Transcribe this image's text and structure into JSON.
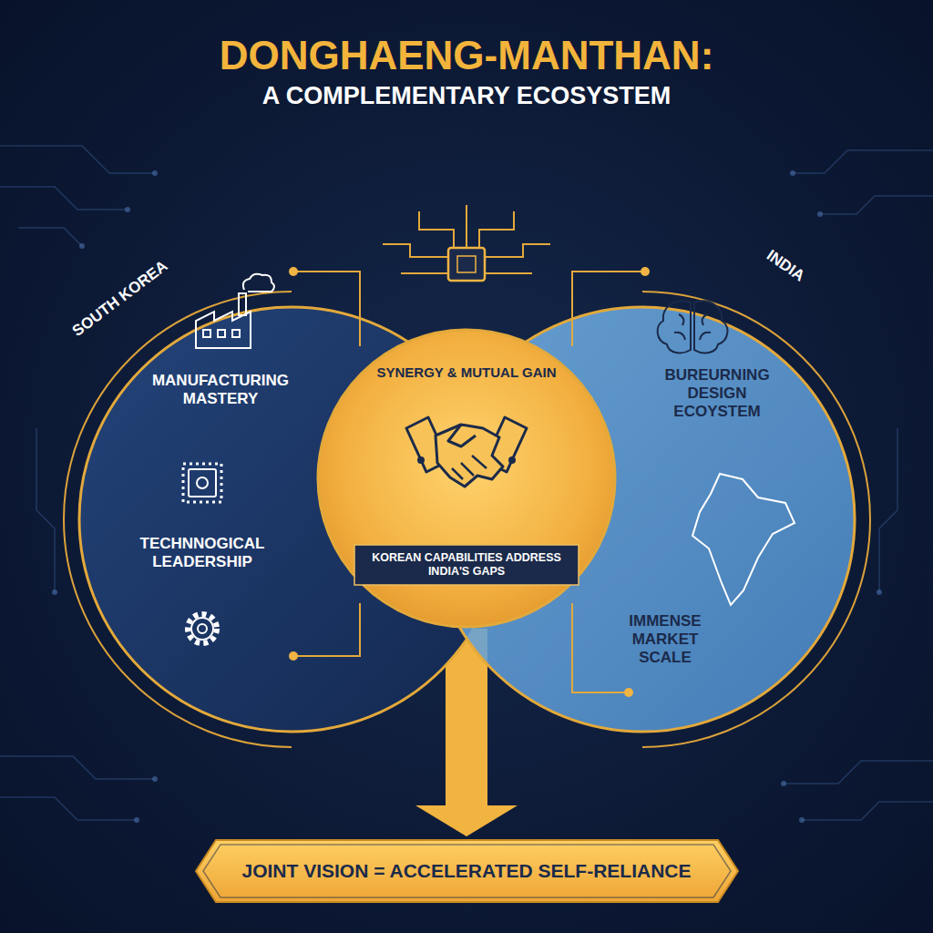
{
  "diagram": {
    "title": "DONGHAENG-MANTHAN:",
    "nodes": [
      {
        "text": [
          "SOUTH KOREA",
          "MANUFACTURING MASTERY",
          "TECHNNOGICAL LEADERSHIP"
        ]
      },
      {
        "text": [
          "INDIA",
          "BUREURNING DESIGN ECOYSTEM",
          "IMMENSE MARKET SCALE"
        ]
      },
      {
        "text": [
          "SYNERGY & MUTUAL GAIN"
        ]
      },
      {
        "text": [
          "KOREAN CAPABILITIES ADDRESS INDIA'S GAPS"
        ],
        "in": 2
      },
      {
        "text": [
          "JOINT VISION = ACCELERATED SELF-RELIANCE"
        ]
      }
    ],
    "edges": [
      {
        "from": 2,
        "to": 4,
        "arrow": "to"
      }
    ],
    "labels": [
      "A COMPLEMENTARY ECOSYSTEM"
    ]
  }
}
